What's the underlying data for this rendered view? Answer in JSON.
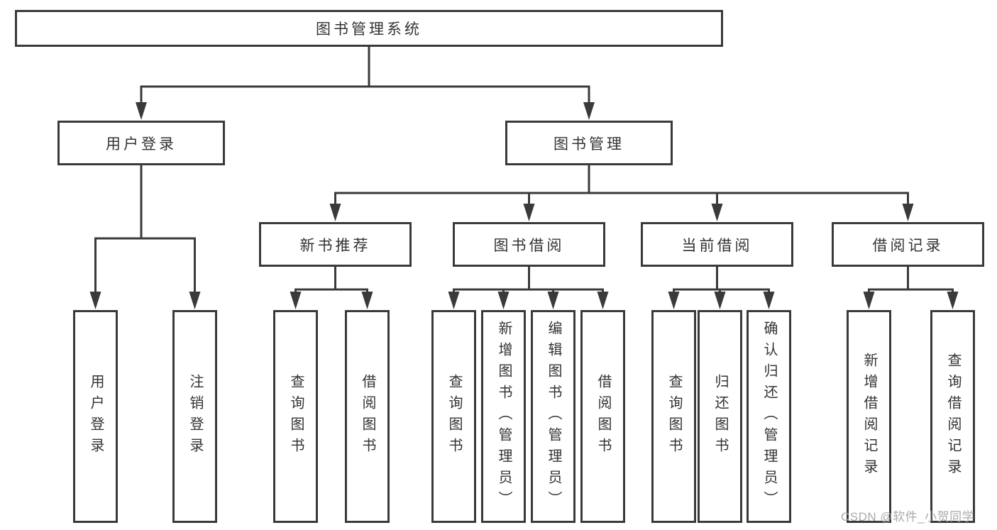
{
  "diagram": {
    "root": {
      "label": "图书管理系统"
    },
    "branches": [
      {
        "label": "用户登录",
        "children": [
          {
            "label": "用户登录"
          },
          {
            "label": "注销登录"
          }
        ]
      },
      {
        "label": "图书管理",
        "children": [
          {
            "label": "新书推荐",
            "children": [
              {
                "label": "查询图书"
              },
              {
                "label": "借阅图书"
              }
            ]
          },
          {
            "label": "图书借阅",
            "children": [
              {
                "label": "查询图书"
              },
              {
                "label": "新增图书（管理员）"
              },
              {
                "label": "编辑图书（管理员）"
              },
              {
                "label": "借阅图书"
              }
            ]
          },
          {
            "label": "当前借阅",
            "children": [
              {
                "label": "查询图书"
              },
              {
                "label": "归还图书"
              },
              {
                "label": "确认归还（管理员）"
              }
            ]
          },
          {
            "label": "借阅记录",
            "children": [
              {
                "label": "新增借阅记录"
              },
              {
                "label": "查询借阅记录"
              }
            ]
          }
        ]
      }
    ],
    "watermark": {
      "text": "CSDN @软件_小贺同学"
    },
    "colors": {
      "line": "#3a3a3a",
      "text": "#333333",
      "watermark": "#a5a5ac",
      "background": "#ffffff"
    }
  }
}
